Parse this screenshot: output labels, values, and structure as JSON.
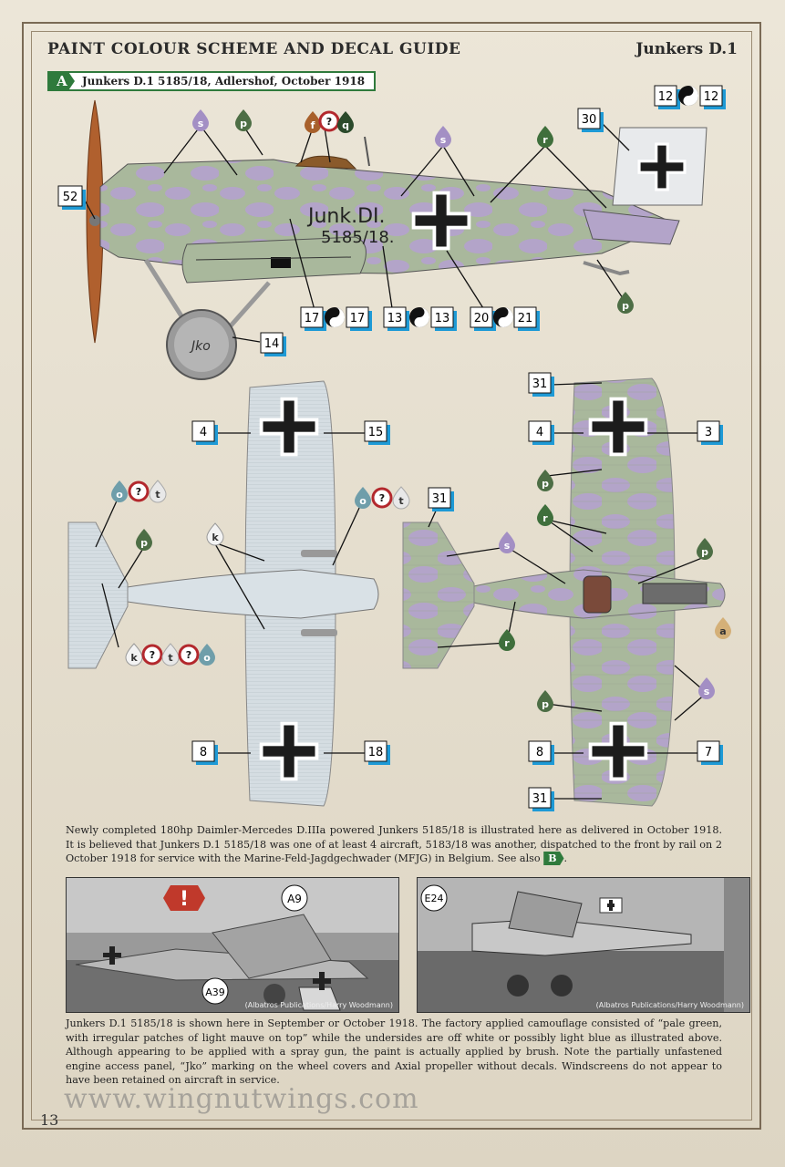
{
  "header": {
    "title": "PAINT COLOUR SCHEME AND DECAL GUIDE",
    "aircraft": "Junkers D.1"
  },
  "banner": {
    "letter": "A",
    "text": "Junkers D.1 5185/18, Adlershof, October 1918"
  },
  "side_profile": {
    "fuselage_marking": "Junk.DI.",
    "serial": "5185/18.",
    "wheel_marking": "Jko",
    "decal_numbers": [
      "52",
      "17",
      "17",
      "13",
      "13",
      "20",
      "21",
      "14",
      "30",
      "12",
      "12"
    ],
    "paint_codes": [
      "s",
      "p",
      "f",
      "?",
      "q",
      "s",
      "r",
      "p"
    ]
  },
  "plan_underside": {
    "decal_numbers": [
      "4",
      "15",
      "8",
      "18"
    ],
    "paint_codes": [
      "o",
      "?",
      "t",
      "o",
      "?",
      "t",
      "k",
      "p",
      "k",
      "?",
      "t",
      "?",
      "o"
    ]
  },
  "plan_top": {
    "decal_numbers": [
      "31",
      "4",
      "3",
      "31",
      "8",
      "7",
      "31"
    ],
    "paint_codes": [
      "p",
      "r",
      "p",
      "s",
      "r",
      "a",
      "s",
      "p"
    ]
  },
  "text": {
    "para1_a": "Newly completed 180hp Daimler-Mercedes D.IIIa powered Junkers 5185/18 is illustrated here as delivered in October 1918. It is believed that Junkers D.1 5185/18 was one of at least 4 aircraft, 5183/18 was another, dispatched to the front by rail on 2 October 1918 for service with the Marine-Feld-Jagdgechwader (MFJG) in Belgium. See also ",
    "para1_b": "B",
    "para1_c": ".",
    "para2": "Junkers D.1 5185/18 is shown here in September or October 1918. The factory applied camouflage consisted of “pale green, with irregular patches of light mauve on top” while the undersides are off white or possibly light blue as illustrated above. Although appearing to be applied with a spray gun, the paint is actually applied by brush. Note the partially unfastened engine access panel, “Jko” marking on the wheel covers and Axial propeller without decals. Windscreens do not appear to have been retained on aircraft in service."
  },
  "photos": [
    {
      "callouts": [
        "!",
        "A9",
        "A39"
      ],
      "credit": "(Albatros Publications/Harry Woodmann)"
    },
    {
      "callouts": [
        "E24"
      ],
      "credit": "(Albatros Publications/Harry Woodmann)"
    }
  ],
  "footer": {
    "website": "www.wingnutwings.com",
    "page": "13"
  },
  "colors": {
    "green_accent": "#2f7a3c",
    "mauve": "#b3a4c9",
    "pale_green": "#a9b89c",
    "underside": "#d5dde2",
    "callout_blue": "#1e9ad6",
    "paint_s": "#a38fc4",
    "paint_p": "#4d6e45",
    "paint_o": "#6f9eaa",
    "paint_t": "#e8e8e8",
    "paint_f": "#a8602b",
    "paint_a": "#d4b078",
    "paint_q": "#2b4a2b",
    "paint_r": "#3f6f3c"
  }
}
